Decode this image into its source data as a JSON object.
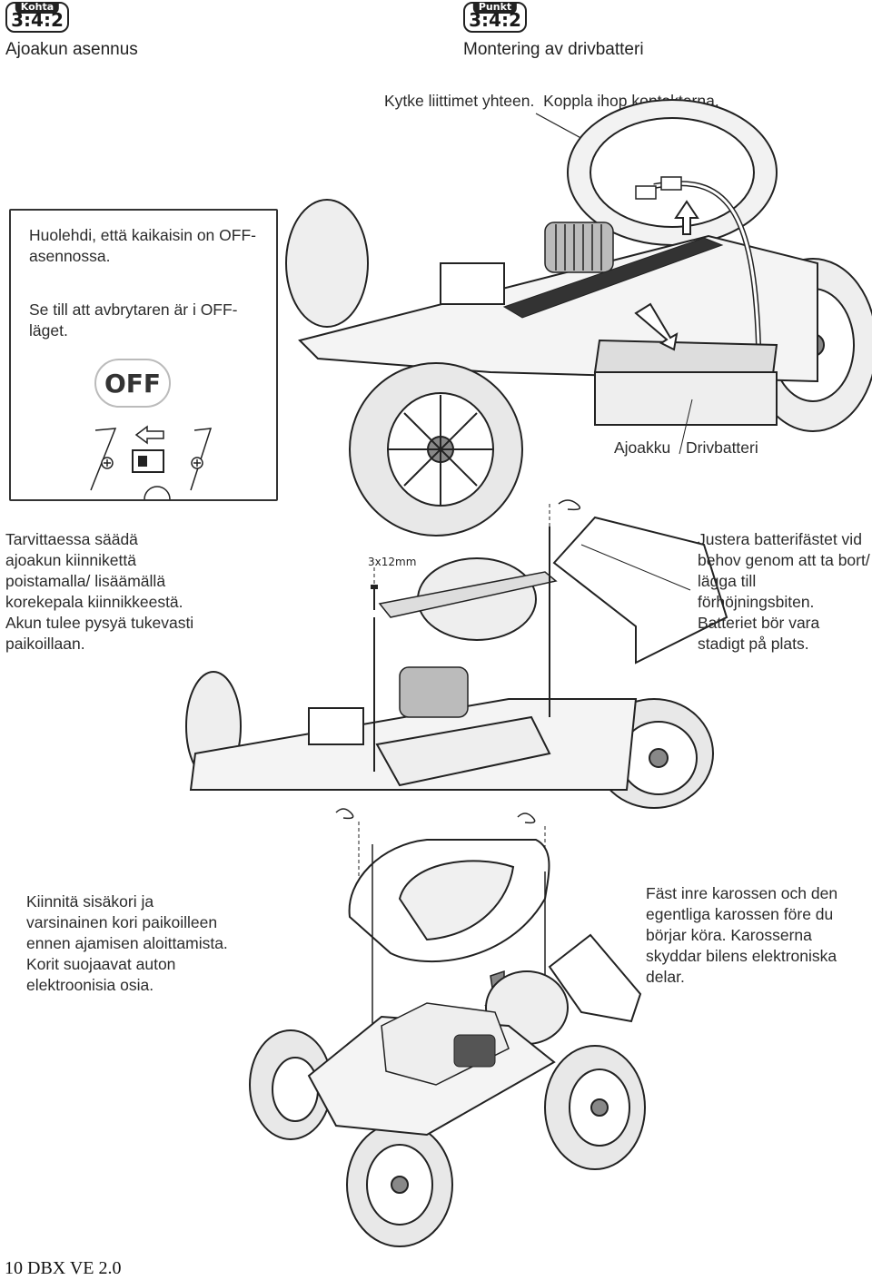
{
  "header": {
    "left": {
      "badge_label": "Kohta",
      "badge_number": "3:4:2",
      "title": "Ajoakun asennus"
    },
    "right": {
      "badge_label": "Punkt",
      "badge_number": "3:4:2",
      "title": "Montering av drivbatteri"
    }
  },
  "section1": {
    "connect_text": "Kytke liittimet yhteen.  Koppla ihop kontakterna.",
    "switch_box": {
      "text_fi": "Huolehdi, että kaikaisin on OFF-\nasennossa.",
      "text_sv": "Se till att avbrytaren är i OFF-läget.",
      "off_label": "OFF"
    },
    "battery_label_fi": "Ajoakku",
    "battery_label_sv": "Drivbatteri"
  },
  "section2": {
    "text_fi": "Tarvittaessa säädä ajoakun kiinnikettä poistamalla/ lisäämällä korekepala kiinnikkeestä. Akun tulee pysyä tukevasti paikoillaan.",
    "text_sv": "Justera batterifästet vid behov genom att ta bort/ lägga till förhöjningsbiten. Batteriet bör vara stadigt på plats.",
    "screw_label": "3x12mm"
  },
  "section3": {
    "text_fi": "Kiinnitä sisäkori ja varsinainen kori paikoilleen ennen ajamisen aloittamista. Korit suojaavat auton elektroonisia osia.",
    "text_sv": "Fäst inre karossen och den egentliga karossen före du börjar köra. Karosserna skyddar bilens elektroniska delar."
  },
  "footer": {
    "page": "10 DBX VE 2.0"
  },
  "colors": {
    "ink": "#1a1a1a",
    "gray": "#888888",
    "light": "#d8d8d8"
  },
  "icons": [
    "off-switch-icon",
    "arrow-left-icon",
    "arrow-up-icon",
    "plus-screw-icon"
  ]
}
